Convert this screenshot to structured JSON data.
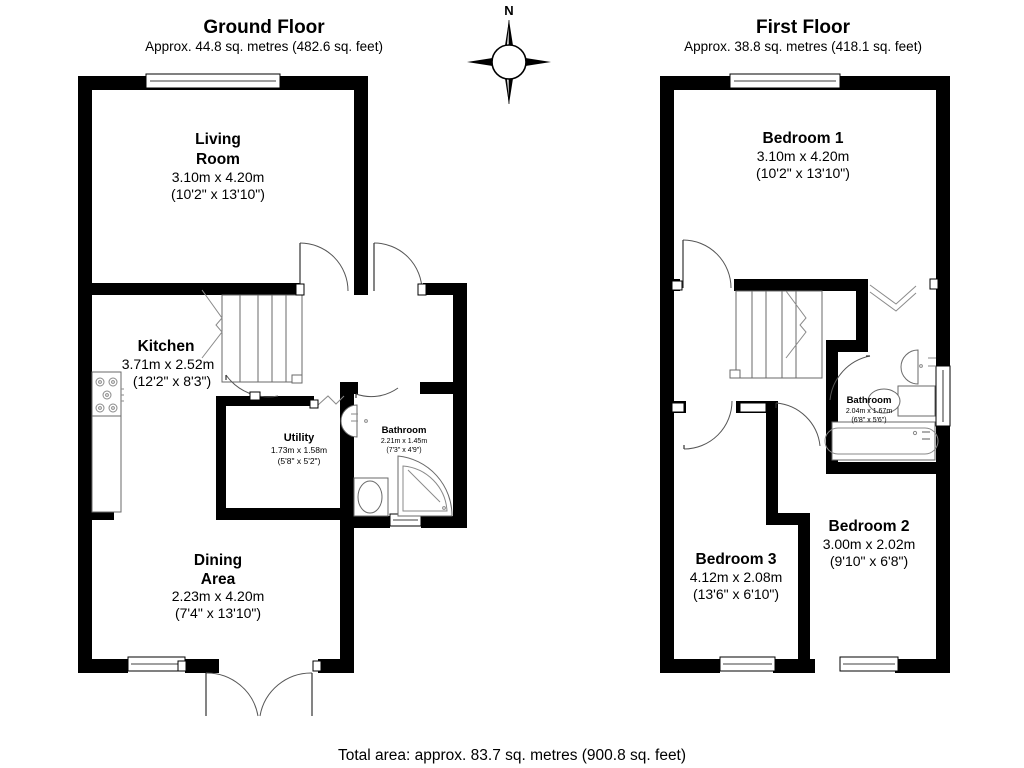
{
  "document": {
    "type": "floor-plan",
    "total_area_text": "Total area: approx. 83.7 sq. metres (900.8 sq. feet)"
  },
  "compass": {
    "icon": "compass-rose-icon",
    "north_label": "N"
  },
  "floors": [
    {
      "id": "ground-floor",
      "title": "Ground Floor",
      "subtitle": "Approx. 44.8 sq. metres (482.6 sq. feet)",
      "rooms": [
        {
          "id": "living-room",
          "name_line1": "Living",
          "name_line2": "Room",
          "dim_metric": "3.10m x 4.20m",
          "dim_imperial": "(10'2\" x 13'10\")"
        },
        {
          "id": "kitchen",
          "name_line1": "Kitchen",
          "name_line2": "",
          "dim_metric": "3.71m x 2.52m",
          "dim_imperial": "(12'2\" x 8'3\")"
        },
        {
          "id": "utility",
          "name_line1": "Utility",
          "name_line2": "",
          "dim_metric": "1.73m x 1.58m",
          "dim_imperial": "(5'8\" x 5'2\")"
        },
        {
          "id": "ground-bathroom",
          "name_line1": "Bathroom",
          "name_line2": "",
          "dim_metric": "2.21m x 1.45m",
          "dim_imperial": "(7'3\" x 4'9\")"
        },
        {
          "id": "dining-area",
          "name_line1": "Dining",
          "name_line2": "Area",
          "dim_metric": "2.23m x 4.20m",
          "dim_imperial": "(7'4\" x 13'10\")"
        }
      ]
    },
    {
      "id": "first-floor",
      "title": "First Floor",
      "subtitle": "Approx. 38.8 sq. metres (418.1 sq. feet)",
      "rooms": [
        {
          "id": "bedroom-1",
          "name_line1": "Bedroom 1",
          "name_line2": "",
          "dim_metric": "3.10m x 4.20m",
          "dim_imperial": "(10'2\" x 13'10\")"
        },
        {
          "id": "first-bathroom",
          "name_line1": "Bathroom",
          "name_line2": "",
          "dim_metric": "2.04m x 1.67m",
          "dim_imperial": "(6'8\" x 5'6\")"
        },
        {
          "id": "bedroom-2",
          "name_line1": "Bedroom 2",
          "name_line2": "",
          "dim_metric": "3.00m x 2.02m",
          "dim_imperial": "(9'10\" x 6'8\")"
        },
        {
          "id": "bedroom-3",
          "name_line1": "Bedroom 3",
          "name_line2": "",
          "dim_metric": "4.12m x 2.08m",
          "dim_imperial": "(13'6\" x 6'10\")"
        }
      ]
    }
  ],
  "colors": {
    "wall": "#000000",
    "background": "#ffffff",
    "fixture_stroke": "#6a6a6a",
    "text": "#000000"
  }
}
